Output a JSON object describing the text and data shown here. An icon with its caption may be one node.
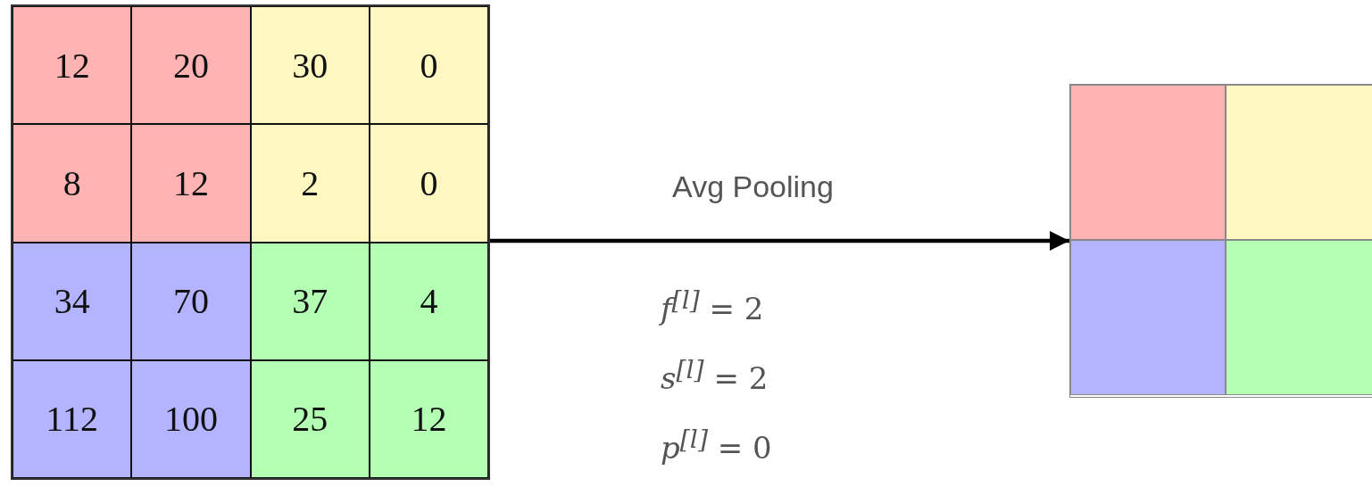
{
  "diagram": {
    "nodes": [
      {
        "text": [],
        "shape": "box"
      },
      {
        "text": [
          "12"
        ],
        "in": 0
      },
      {
        "text": [
          "20"
        ],
        "in": 0
      },
      {
        "text": [
          "30"
        ],
        "in": 0
      },
      {
        "text": [
          "0"
        ],
        "in": 0
      },
      {
        "text": [
          "8"
        ],
        "in": 0
      },
      {
        "text": [
          "12"
        ],
        "in": 0
      },
      {
        "text": [
          "2"
        ],
        "in": 0
      },
      {
        "text": [
          "0"
        ],
        "in": 0
      },
      {
        "text": [
          "34"
        ],
        "in": 0
      },
      {
        "text": [
          "70"
        ],
        "in": 0
      },
      {
        "text": [
          "37"
        ],
        "in": 0
      },
      {
        "text": [
          "4"
        ],
        "in": 0
      },
      {
        "text": [
          "112"
        ],
        "in": 0
      },
      {
        "text": [
          "100"
        ],
        "in": 0
      },
      {
        "text": [
          "25"
        ],
        "in": 0
      },
      {
        "text": [
          "12"
        ],
        "in": 0
      },
      {
        "text": [],
        "shape": "box"
      },
      {
        "text": [],
        "shape": "box",
        "in": 17
      },
      {
        "text": [],
        "shape": "box",
        "in": 17
      },
      {
        "text": [],
        "shape": "box",
        "in": 17
      },
      {
        "text": [],
        "shape": "box",
        "in": 17
      }
    ],
    "edges": [
      {
        "from": 0,
        "to": 17,
        "arrow": "to",
        "label": "Avg Pooling"
      }
    ],
    "labels": [
      "*f*$^{[l]}$ = 2",
      "*s*$^{[l]}$ = 2",
      "*p*$^{[l]}$ = 0"
    ]
  }
}
